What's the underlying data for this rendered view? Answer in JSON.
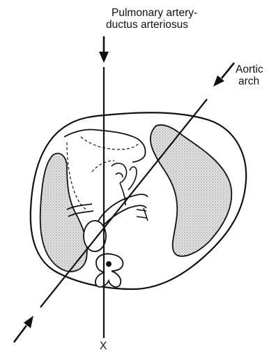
{
  "labels": {
    "pulmonary_line1": "Pulmonary artery-",
    "pulmonary_line2": "ductus arteriosus",
    "aortic_line1": "Aortic",
    "aortic_line2": "arch",
    "axis_mark": "X"
  },
  "colors": {
    "ink": "#111111",
    "lung_fill": "#d9d9d9",
    "background": "#ffffff"
  }
}
